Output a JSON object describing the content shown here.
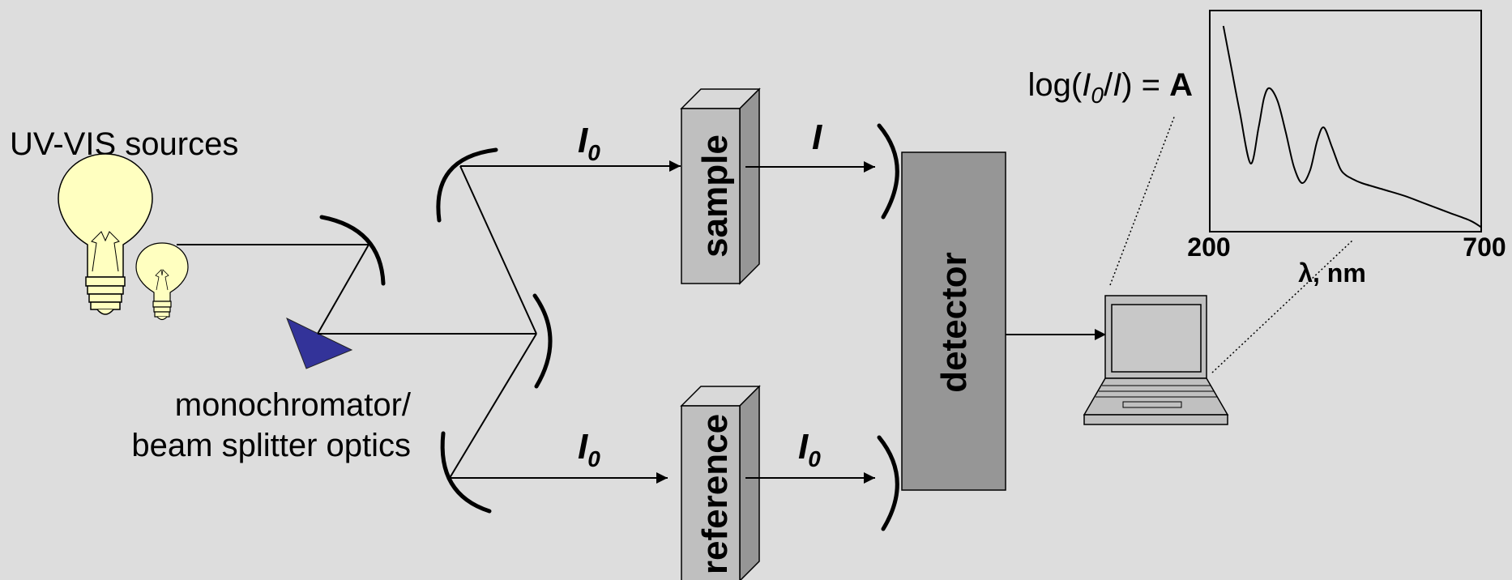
{
  "labels": {
    "sources": "UV-VIS sources",
    "optics_line1": "monochromator/",
    "optics_line2": "beam splitter optics",
    "sample": "sample",
    "reference": "reference",
    "detector": "detector",
    "formula": {
      "prefix": "log(",
      "i0_symbol": "I",
      "i0_subscript": "0",
      "slash": "/",
      "i_symbol": "I",
      "suffix": ") = ",
      "result": "A"
    },
    "beam_labels": {
      "sample_in": {
        "symbol": "I",
        "subscript": "0"
      },
      "sample_out": {
        "symbol": "I"
      },
      "reference_in": {
        "symbol": "I",
        "subscript": "0"
      },
      "reference_out": {
        "symbol": "I",
        "subscript": "0"
      }
    }
  },
  "chart_data": {
    "type": "line",
    "x_tick_labels": [
      "200",
      "700"
    ],
    "xlabel": "λ, nm",
    "ylabel": "",
    "xlim": [
      200,
      700
    ],
    "ylim": [
      0,
      1
    ],
    "grid": false,
    "series": [
      {
        "x": [
          225,
          240,
          255,
          275,
          290,
          300,
          310,
          325,
          340,
          355,
          370,
          385,
          398,
          410,
          425,
          440,
          450,
          460,
          480,
          520,
          560,
          600,
          640,
          680,
          700
        ],
        "y": [
          0.98,
          0.72,
          0.46,
          0.14,
          0.36,
          0.54,
          0.6,
          0.52,
          0.33,
          0.12,
          0.02,
          0.1,
          0.28,
          0.36,
          0.24,
          0.11,
          0.07,
          0.05,
          0.02,
          -0.02,
          -0.06,
          -0.11,
          -0.16,
          -0.21,
          -0.25
        ]
      }
    ]
  },
  "colors": {
    "background": "#dddddd",
    "bulb_fill": "#ffffc0",
    "prism": "#333399",
    "detector": "#969696",
    "cuvette_front": "#bfbfbf",
    "cuvette_top": "#d9d9d9",
    "cuvette_side": "#969696",
    "computer": "#c0c0c0"
  },
  "icons": [
    "light-bulb-icon",
    "prism-icon",
    "laptop-icon"
  ]
}
